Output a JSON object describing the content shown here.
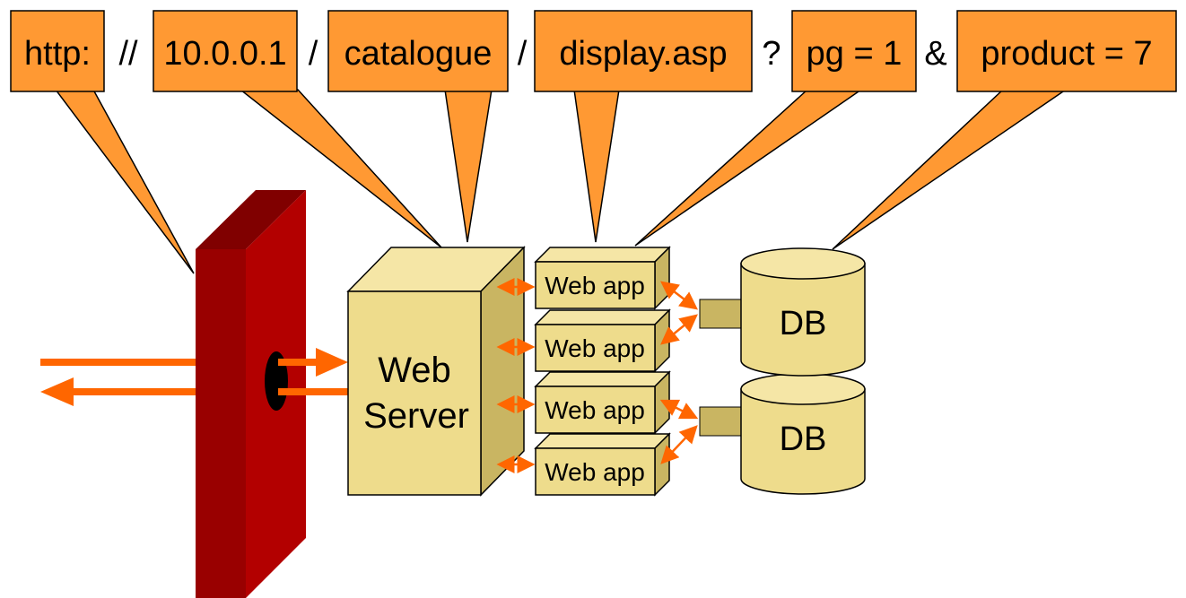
{
  "url_parts": {
    "protocol": "http:",
    "sep_slashes": "//",
    "host": "10.0.0.1",
    "sep1": "/",
    "folder": "catalogue",
    "sep2": "/",
    "file": "display.asp",
    "query_mark": "?",
    "param1": "pg = 1",
    "amp": "&",
    "param2": "product = 7"
  },
  "web_server": {
    "line1": "Web",
    "line2": "Server"
  },
  "web_apps": [
    {
      "label": "Web app"
    },
    {
      "label": "Web app"
    },
    {
      "label": "Web app"
    },
    {
      "label": "Web app"
    }
  ],
  "databases": [
    {
      "label": "DB"
    },
    {
      "label": "DB"
    }
  ],
  "colors": {
    "callout_fill": "#ff9933",
    "arrow": "#ff6600",
    "box_fill": "#eedc8c",
    "box_dark": "#c9b562",
    "wall_front": "#b30000",
    "wall_side": "#990000",
    "wall_top": "#800000"
  }
}
